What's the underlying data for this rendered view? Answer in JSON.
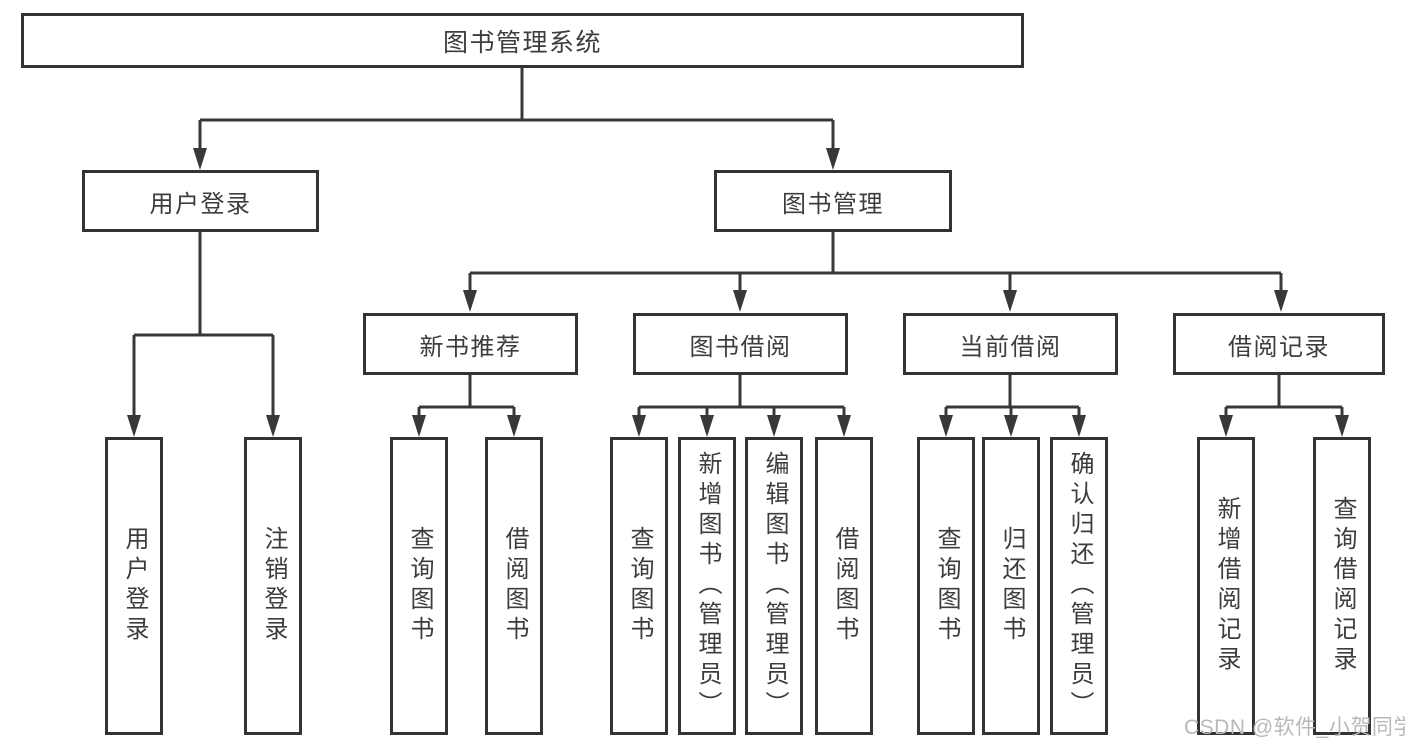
{
  "diagram": {
    "title": "图书管理系统",
    "level2": [
      {
        "label": "用户登录"
      },
      {
        "label": "图书管理"
      }
    ],
    "level3": [
      {
        "label": "新书推荐"
      },
      {
        "label": "图书借阅"
      },
      {
        "label": "当前借阅"
      },
      {
        "label": "借阅记录"
      }
    ],
    "leaves": {
      "login": [
        {
          "label": "用户登录"
        },
        {
          "label": "注销登录"
        }
      ],
      "newbook": [
        {
          "label": "查询图书"
        },
        {
          "label": "借阅图书"
        }
      ],
      "borrow": [
        {
          "label": "查询图书"
        },
        {
          "label": "新增图书（管理员）"
        },
        {
          "label": "编辑图书（管理员）"
        },
        {
          "label": "借阅图书"
        }
      ],
      "current": [
        {
          "label": "查询图书"
        },
        {
          "label": "归还图书"
        },
        {
          "label": "确认归还（管理员）"
        }
      ],
      "records": [
        {
          "label": "新增借阅记录"
        },
        {
          "label": "查询借阅记录"
        }
      ]
    },
    "watermark": "CSDN @软件_小贺同学",
    "colors": {
      "line": "#383838",
      "text": "#3d3d3d",
      "watermark": "#b9b9b9",
      "box_background": "#ffffff"
    }
  }
}
